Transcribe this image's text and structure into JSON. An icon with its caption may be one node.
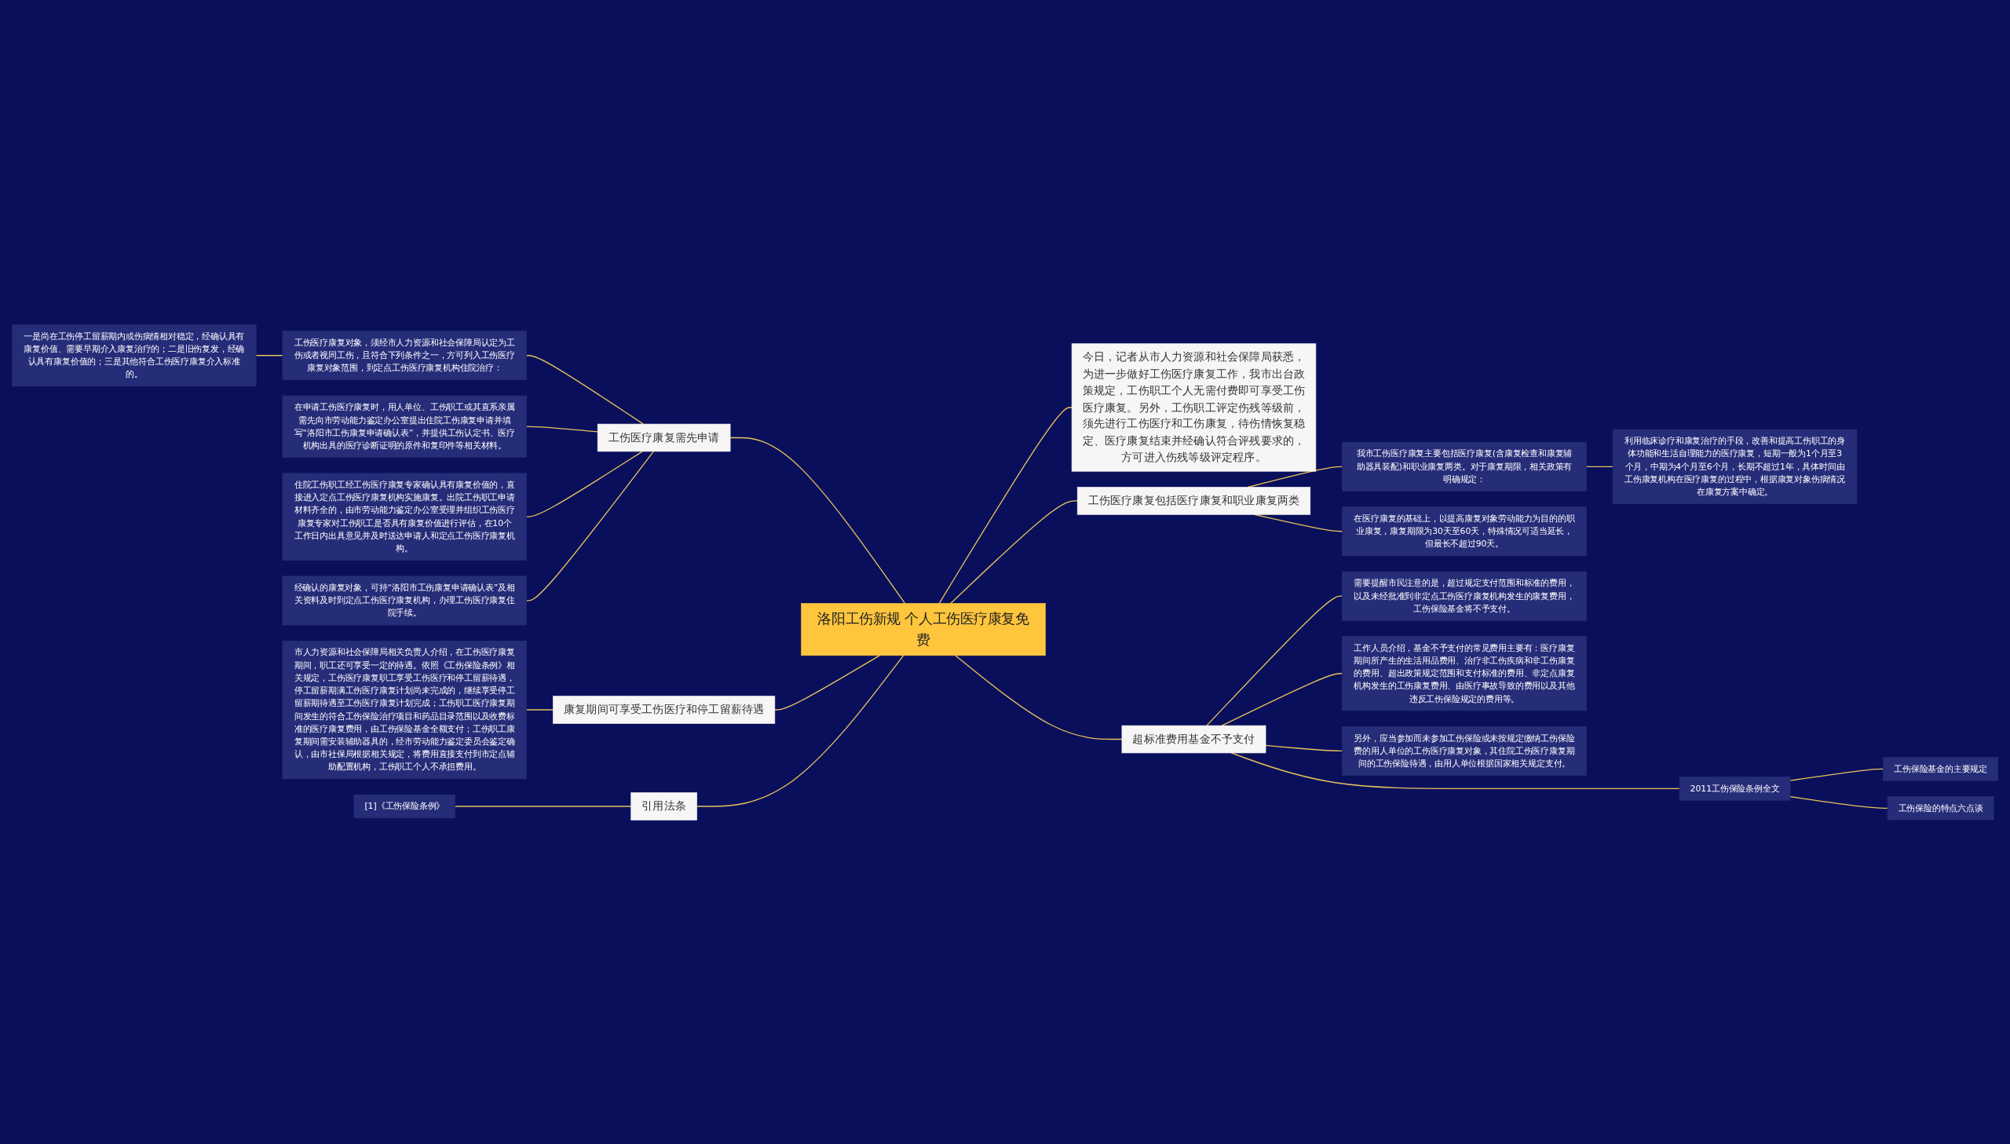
{
  "diagram": {
    "nodes": [
      {
        "text": [
          "洛阳工伤新规 个人工伤医疗康复免费"
        ]
      },
      {
        "text": [
          "工伤医疗康复需先申请"
        ]
      },
      {
        "text": [
          "工伤医疗康复对象，须经市人力资源和社会保障局认定为工伤或者视同工伤，且符合下列条件之一，方可列入工伤医疗康复对象范围，到定点工伤医疗康复机构住院治疗："
        ]
      },
      {
        "text": [
          "一是尚在工伤停工留薪期内或伤病情相对稳定，经确认具有康复价值、需要早期介入康复治疗的；二是旧伤复发，经确认具有康复价值的；三是其他符合工伤医疗康复介入标准的。"
        ]
      },
      {
        "text": [
          "在申请工伤医疗康复时，用人单位、工伤职工或其直系亲属需先向市劳动能力鉴定办公室提出住院工伤康复申请并填写“洛阳市工伤康复申请确认表”，并提供工伤认定书、医疗机构出具的医疗诊断证明的原件和复印件等相关材料。"
        ]
      },
      {
        "text": [
          "住院工伤职工经工伤医疗康复专家确认具有康复价值的，直接进入定点工伤医疗康复机构实施康复。出院工伤职工申请材料齐全的，由市劳动能力鉴定办公室受理并组织工伤医疗康复专家对工伤职工是否具有康复价值进行评估，在10个工作日内出具意见并及时送达申请人和定点工伤医疗康复机构。"
        ]
      },
      {
        "text": [
          "经确认的康复对象，可持“洛阳市工伤康复申请确认表”及相关资料及时到定点工伤医疗康复机构，办理工伤医疗康复住院手续。"
        ]
      },
      {
        "text": [
          "康复期间可享受工伤医疗和停工留薪待遇"
        ]
      },
      {
        "text": [
          "市人力资源和社会保障局相关负责人介绍，在工伤医疗康复期间，职工还可享受一定的待遇。依照《工伤保险条例》相关规定，工伤医疗康复职工享受工伤医疗和停工留薪待遇，停工留薪期满工伤医疗康复计划尚未完成的，继续享受停工留薪期待遇至工伤医疗康复计划完成；工伤职工医疗康复期间发生的符合工伤保险治疗项目和药品目录范围以及收费标准的医疗康复费用，由工伤保险基金全额支付；工伤职工康复期间需安装辅助器具的，经市劳动能力鉴定委员会鉴定确认，由市社保局根据相关规定，将费用直接支付到市定点辅助配置机构，工伤职工个人不承担费用。"
        ]
      },
      {
        "text": [
          "引用法条"
        ]
      },
      {
        "text": [
          "[1]《工伤保险条例》"
        ]
      },
      {
        "text": [
          "今日，记者从市人力资源和社会保障局获悉，为进一步做好工伤医疗康复工作，我市出台政策规定，工伤职工个人无需付费即可享受工伤医疗康复。另外，工伤职工评定伤残等级前，须先进行工伤医疗和工伤康复，待伤情恢复稳定、医疗康复结束并经确认符合评残要求的，方可进入伤残等级评定程序。"
        ]
      },
      {
        "text": [
          "工伤医疗康复包括医疗康复和职业康复两类"
        ]
      },
      {
        "text": [
          "我市工伤医疗康复主要包括医疗康复(含康复检查和康复辅助器具装配)和职业康复两类。对于康复期限，相关政策有明确规定："
        ]
      },
      {
        "text": [
          "利用临床诊疗和康复治疗的手段，改善和提高工伤职工的身体功能和生活自理能力的医疗康复，短期一般为1个月至3个月，中期为4个月至6个月，长期不超过1年，具体时间由工伤康复机构在医疗康复的过程中，根据康复对象伤病情况在康复方案中确定。"
        ]
      },
      {
        "text": [
          "在医疗康复的基础上，以提高康复对象劳动能力为目的的职业康复，康复期限为30天至60天，特殊情况可适当延长，但最长不超过90天。"
        ]
      },
      {
        "text": [
          "超标准费用基金不予支付"
        ]
      },
      {
        "text": [
          "需要提醒市民注意的是，超过规定支付范围和标准的费用，以及未经批准到非定点工伤医疗康复机构发生的康复费用，工伤保险基金将不予支付。"
        ]
      },
      {
        "text": [
          "工作人员介绍，基金不予支付的常见费用主要有：医疗康复期间所产生的生活用品费用、治疗非工伤疾病和非工伤康复的费用、超出政策规定范围和支付标准的费用、非定点康复机构发生的工伤康复费用、由医疗事故导致的费用以及其他违反工伤保险规定的费用等。"
        ]
      },
      {
        "text": [
          "另外，应当参加而未参加工伤保险或未按规定缴纳工伤保险费的用人单位的工伤医疗康复对象，其住院工伤医疗康复期间的工伤保险待遇，由用人单位根据国家相关规定支付。"
        ]
      },
      {
        "text": [
          "2011工伤保险条例全文"
        ]
      },
      {
        "text": [
          "工伤保险基金的主要规定"
        ]
      },
      {
        "text": [
          "工伤保险的特点六点谈"
        ]
      }
    ],
    "edges": [
      {
        "from": 0,
        "to": 1,
        "arrow": "none"
      },
      {
        "from": 1,
        "to": 2,
        "arrow": "none"
      },
      {
        "from": 2,
        "to": 3,
        "arrow": "none"
      },
      {
        "from": 1,
        "to": 4,
        "arrow": "none"
      },
      {
        "from": 1,
        "to": 5,
        "arrow": "none"
      },
      {
        "from": 1,
        "to": 6,
        "arrow": "none"
      },
      {
        "from": 0,
        "to": 7,
        "arrow": "none"
      },
      {
        "from": 7,
        "to": 8,
        "arrow": "none"
      },
      {
        "from": 0,
        "to": 9,
        "arrow": "none"
      },
      {
        "from": 9,
        "to": 10,
        "arrow": "none"
      },
      {
        "from": 0,
        "to": 11,
        "arrow": "none"
      },
      {
        "from": 0,
        "to": 12,
        "arrow": "none"
      },
      {
        "from": 12,
        "to": 13,
        "arrow": "none"
      },
      {
        "from": 13,
        "to": 14,
        "arrow": "none"
      },
      {
        "from": 12,
        "to": 15,
        "arrow": "none"
      },
      {
        "from": 0,
        "to": 16,
        "arrow": "none"
      },
      {
        "from": 16,
        "to": 17,
        "arrow": "none"
      },
      {
        "from": 16,
        "to": 18,
        "arrow": "none"
      },
      {
        "from": 16,
        "to": 19,
        "arrow": "none"
      },
      {
        "from": 16,
        "to": 20,
        "arrow": "none"
      },
      {
        "from": 20,
        "to": 21,
        "arrow": "none"
      },
      {
        "from": 20,
        "to": 22,
        "arrow": "none"
      }
    ]
  }
}
